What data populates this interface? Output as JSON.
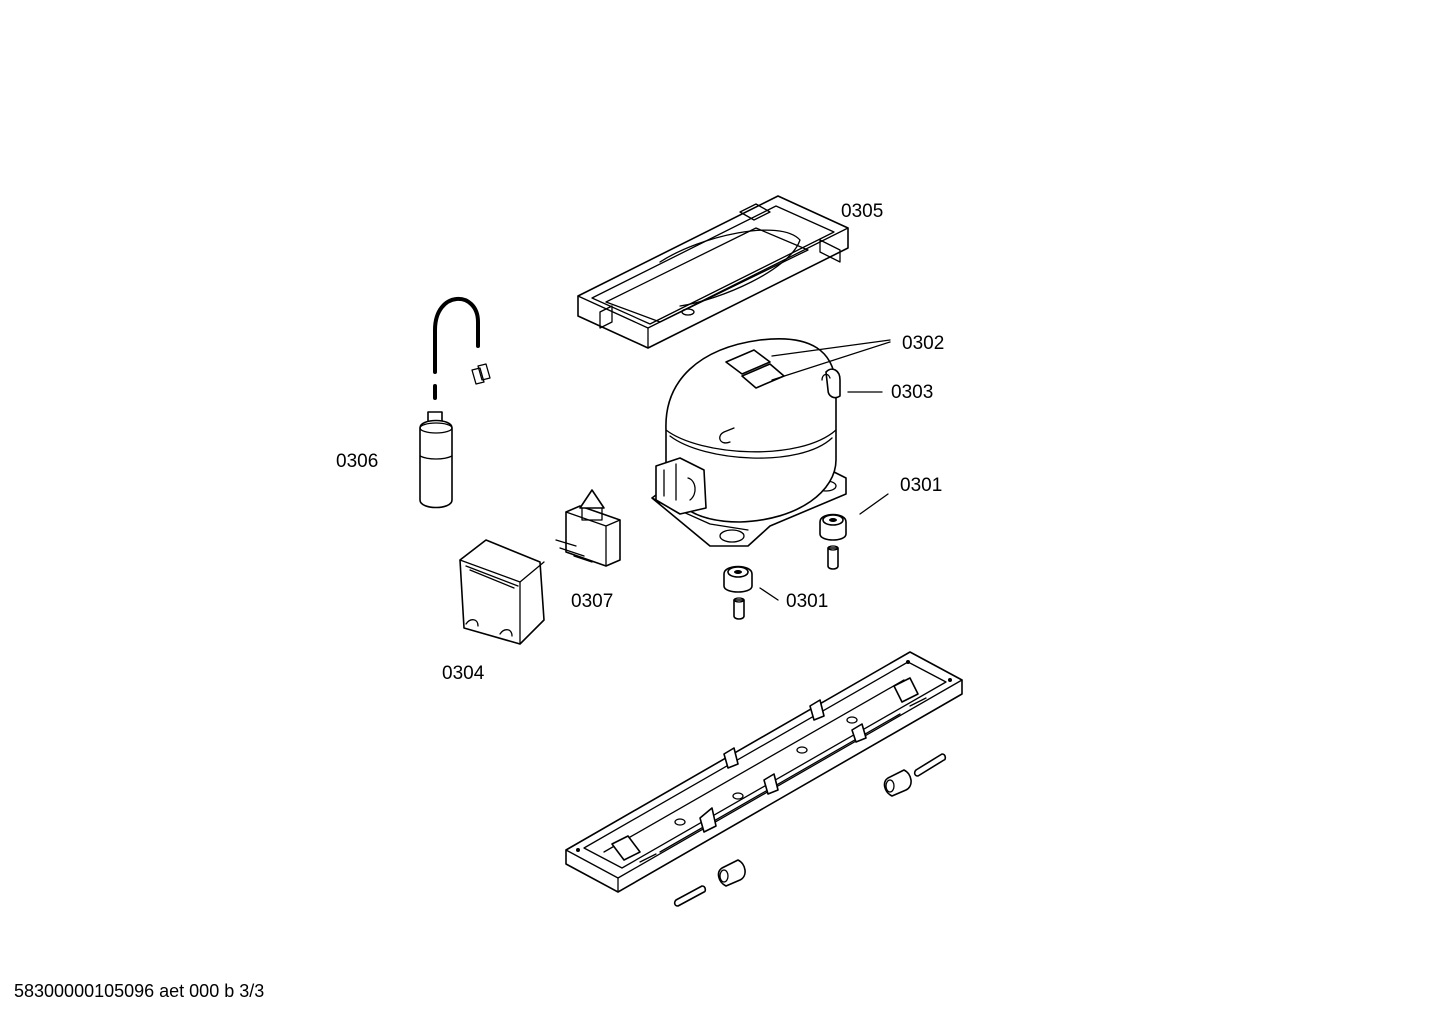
{
  "labels": {
    "p0305": "0305",
    "p0302": "0302",
    "p0303": "0303",
    "p0306": "0306",
    "p0301_a": "0301",
    "p0301_b": "0301",
    "p0307": "0307",
    "p0304": "0304"
  },
  "footer": "58300000105096 aet 000 b 3/3"
}
